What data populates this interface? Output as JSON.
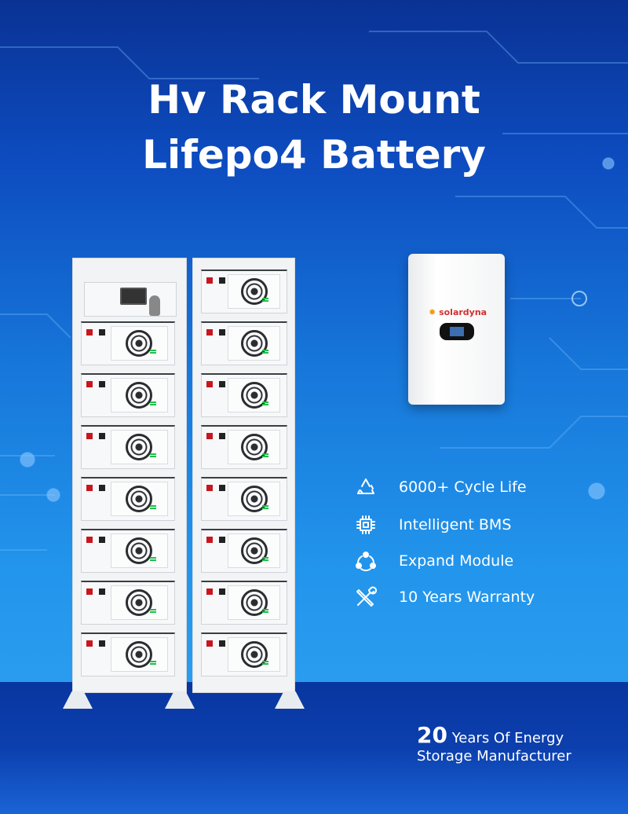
{
  "title": {
    "line1": "Hv Rack Mount",
    "line2": "Lifepo4 Battery"
  },
  "inverter": {
    "brand": "solardyna"
  },
  "features": [
    {
      "icon": "recycle-icon",
      "label": "6000+ Cycle Life"
    },
    {
      "icon": "chip-icon",
      "label": "Intelligent BMS"
    },
    {
      "icon": "network-icon",
      "label": "Expand Module"
    },
    {
      "icon": "tools-icon",
      "label": "10 Years Warranty"
    }
  ],
  "footer": {
    "number": "20",
    "line1": "Years Of Energy",
    "line2": "Storage Manufacturer"
  },
  "colors": {
    "accent": "#1e8ae6",
    "dark": "#0a3294",
    "led": "#1fbf4a",
    "terminal_red": "#c8161e"
  }
}
